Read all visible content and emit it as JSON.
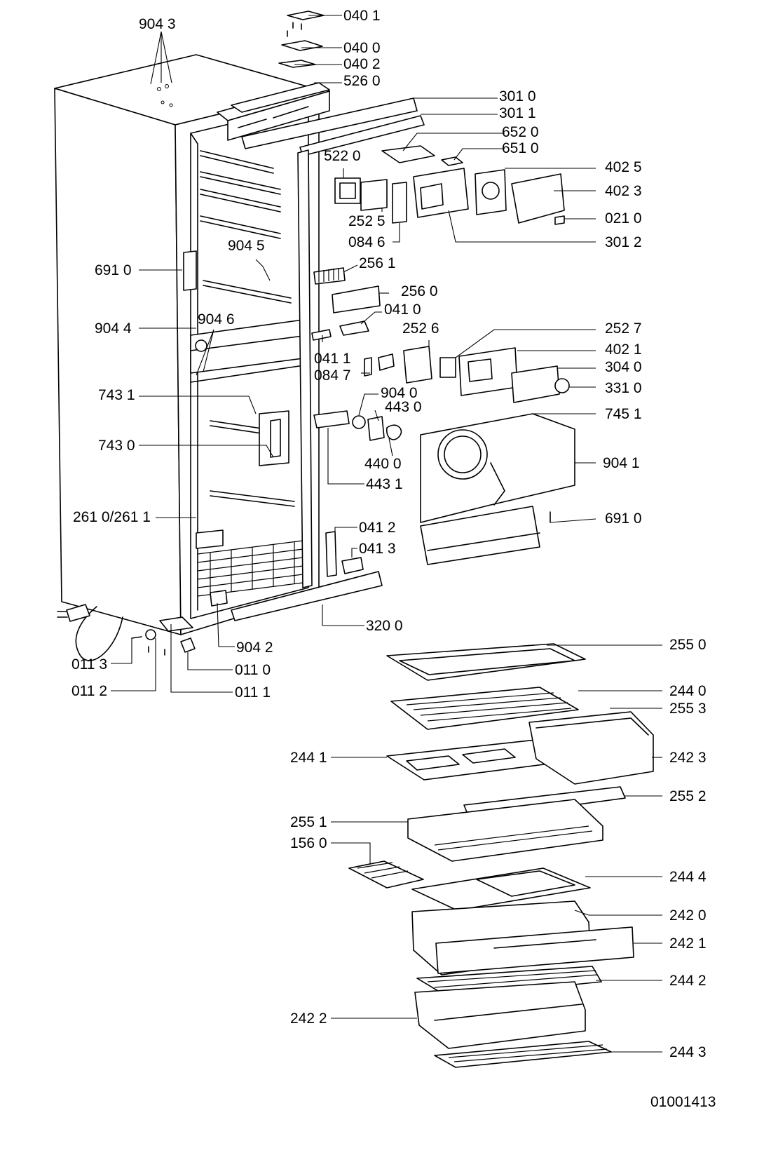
{
  "drawing_number": "01001413",
  "labels": {
    "l0401": "040 1",
    "l0400": "040 0",
    "l0402": "040 2",
    "l5260": "526 0",
    "l9043": "904 3",
    "l3010": "301 0",
    "l3011": "301 1",
    "l6520": "652 0",
    "l6510": "651 0",
    "l5220": "522 0",
    "l4025": "402 5",
    "l4023": "402 3",
    "l0210": "021 0",
    "l2525": "252 5",
    "l0846": "084 6",
    "l3012": "301 2",
    "l9045": "904 5",
    "l6910a": "691 0",
    "l2561": "256 1",
    "l2560": "256 0",
    "l0410": "041 0",
    "l9044": "904 4",
    "l9046": "904 6",
    "l2526": "252 6",
    "l2527": "252 7",
    "l0411": "041 1",
    "l4021": "402 1",
    "l0847": "084 7",
    "l3040": "304 0",
    "l3310": "331 0",
    "l9040": "904 0",
    "l7431": "743 1",
    "l4430": "443 0",
    "l7451": "745 1",
    "l7430": "743 0",
    "l4400": "440 0",
    "l9041": "904 1",
    "l4431": "443 1",
    "l26102611": "261 0/261 1",
    "l6910b": "691 0",
    "l0412": "041 2",
    "l0413": "041 3",
    "l3200": "320 0",
    "l9042": "904 2",
    "l2550": "255 0",
    "l0113": "011 3",
    "l0110": "011 0",
    "l0112": "011 2",
    "l0111": "011 1",
    "l2440": "244 0",
    "l2553": "255 3",
    "l2441": "244 1",
    "l2423": "242 3",
    "l2552": "255 2",
    "l2551": "255 1",
    "l1560": "156 0",
    "l2444": "244 4",
    "l2420": "242 0",
    "l2421": "242 1",
    "l2442": "244 2",
    "l2422": "242 2",
    "l2443": "244 3"
  }
}
